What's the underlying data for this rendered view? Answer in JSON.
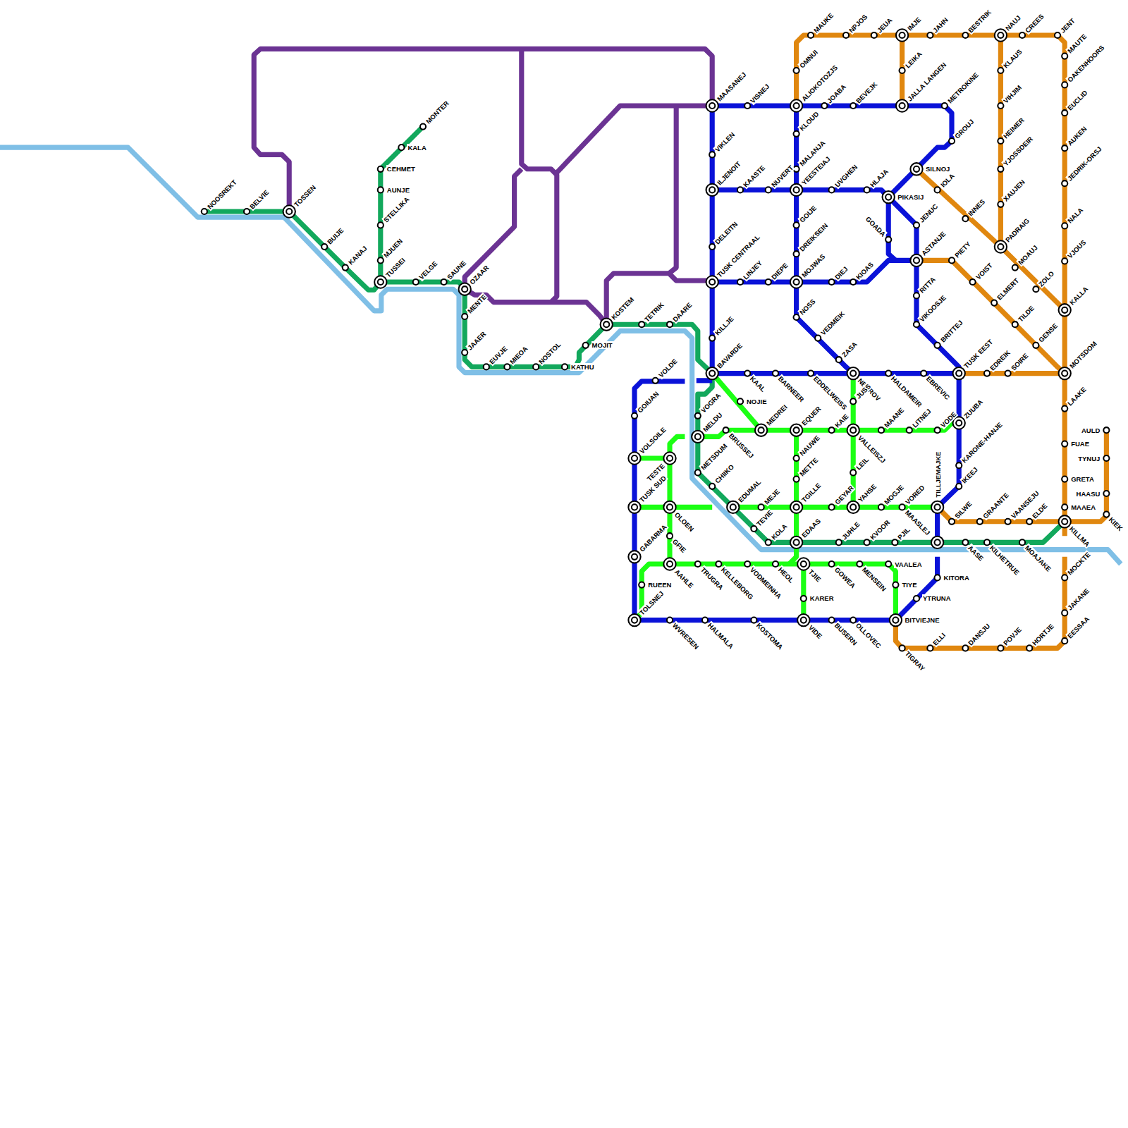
{
  "diagram": {
    "labels": [
      "NOOSREKT",
      "BELVIE",
      "TOSSEN",
      "BUIJE",
      "KANAJ",
      "MONTER",
      "KALA",
      "CEHMET",
      "AUNJE",
      "STELLIKA",
      "MJUEN",
      "TUSSEI",
      "VELGE",
      "SAUNE",
      "OZAAR",
      "MENTE",
      "JAAER",
      "EUVJE",
      "MIEOA",
      "NOSTOL",
      "KATHU",
      "MOJIT",
      "KOSTEM",
      "TETRIK",
      "DAARE",
      "MAASANEJ",
      "VISNEJ",
      "VIKLEN",
      "ILJENOIT",
      "KAASTE",
      "NUVERT",
      "DELEITN",
      "TUSK CENTRAAL",
      "LINJEY",
      "DIEPE",
      "KILLJE",
      "BAVARDE",
      "ALIOKOTOZJS",
      "JOABA",
      "BEVEJK",
      "KLOUD",
      "MALANJA",
      "YEESTEIAJ",
      "UVGHEN",
      "HLAJA",
      "GOIJE",
      "DREIKSEIN",
      "MOJWAS",
      "DIEJ",
      "KIOAS",
      "NOSS",
      "VEDMEIK",
      "ZASA",
      "OMNUI",
      "MAUKE",
      "NPJOS",
      "JEUA",
      "IMJE",
      "JAHN",
      "BESTRIK",
      "NAUJ",
      "CREES",
      "JENT",
      "MAUTE",
      "OAKENHOORS",
      "EUCLID",
      "AUKEN",
      "JEDRIK-ORSJ",
      "NALA",
      "VJOUS",
      "KALLA",
      "MOTSDOM",
      "LAAKE",
      "FUAE",
      "GRETA",
      "MAAEA",
      "KILLMA",
      "MOCKTE",
      "JAKANE",
      "EESSAA",
      "LEIKA",
      "JALLA LANGEN",
      "METROKINE",
      "GROUJ",
      "SILNOJ",
      "PIKASIJ",
      "IOLA",
      "INNES",
      "JENUC",
      "GOADA",
      "ASTANJE",
      "PIETY",
      "VOIST",
      "RITTA",
      "VIKOOSJE",
      "ELMERT",
      "TILDE",
      "GENSE",
      "KLAUS",
      "VIHJIM",
      "HEIMER",
      "YJOSSDEIR",
      "XAUJEN",
      "PADRAIG",
      "MOAUJ",
      "ZOLO",
      "BRITTEJ",
      "TUSK EEST",
      "EDREIK",
      "SOIRE",
      "KAAL",
      "BARNEER",
      "EDDELWEISS",
      "NECROV",
      "HALDAMEIR",
      "EBREVIC",
      "NOJIE",
      "VOGRA",
      "MELDU",
      "BRUSSEJ",
      "MEDREI",
      "EQUER",
      "KAIE",
      "VALLEISZJ",
      "JUSS",
      "MAANE",
      "LITNEJ",
      "VODE",
      "ZUUBA",
      "KARONE-HANJE",
      "IKEEJ",
      "METSDUM",
      "CHIIKO",
      "NAUWE",
      "METTE",
      "LEIL",
      "EDUMAL",
      "MEJE",
      "TGILLE",
      "GEYAR",
      "YAHSE",
      "MOGJE",
      "VORED",
      "MAASLEJ",
      "TILLJEMAJKE",
      "SILWE",
      "GRAANTE",
      "VAANSEJU",
      "ELDE",
      "KIEK",
      "HAASU",
      "TYNUJ",
      "AULD",
      "TEVIE",
      "KOLA",
      "EDAAS",
      "JUHLE",
      "KVOOR",
      "PJIL",
      "AASE",
      "KILHETRUE",
      "MOAJAKE",
      "GOIUAN",
      "VOLDE",
      "VOLSOILE",
      "TESTE",
      "TUSK SUD",
      "OLOEN",
      "GFIE",
      "GABARMA",
      "AAHLE",
      "RUEEN",
      "TOLSNEJ",
      "TRUGRA",
      "KELLEBORG",
      "VODMEINHA",
      "HEOL",
      "TJIE",
      "GOWEA",
      "MENSEIN",
      "VAALEA",
      "TIYE",
      "KARER",
      "WVRESEN",
      "HALMALA",
      "KOSTOMA",
      "VIDE",
      "BUSERN",
      "OLLOVEC",
      "BITVIEJNE",
      "KITORA",
      "YTRUNA",
      "TIGRAY",
      "ELLI",
      "DANSJU",
      "POVJE",
      "HORTJE"
    ]
  }
}
